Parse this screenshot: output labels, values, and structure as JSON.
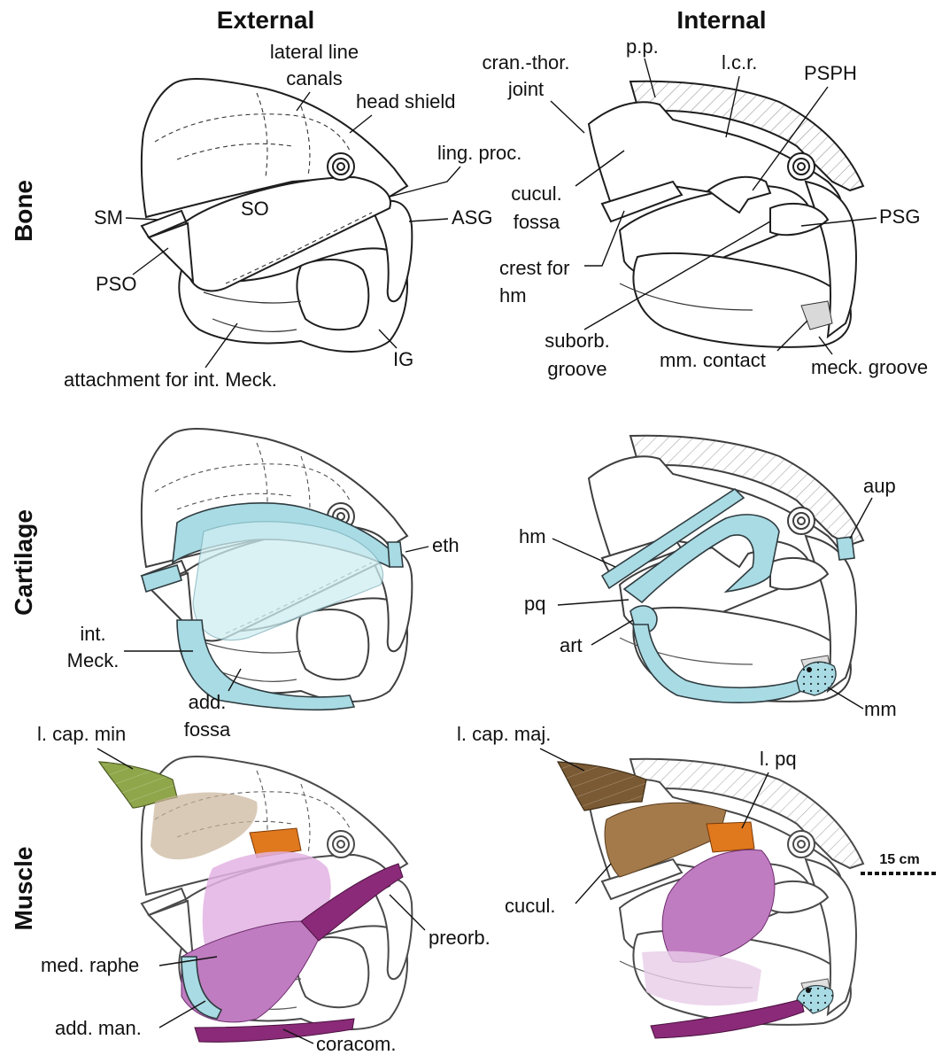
{
  "columns": {
    "external": "External",
    "internal": "Internal"
  },
  "rows": {
    "bone": "Bone",
    "cartilage": "Cartilage",
    "muscle": "Muscle"
  },
  "labels": {
    "bone_external": {
      "lateral_line_1": "lateral line",
      "lateral_line_2": "canals",
      "head_shield": "head shield",
      "ling_proc": "ling. proc.",
      "sm": "SM",
      "so": "SO",
      "asg": "ASG",
      "pso": "PSO",
      "ig": "IG",
      "attachment": "attachment for int. Meck."
    },
    "bone_internal": {
      "cran_thor_1": "cran.-thor.",
      "cran_thor_2": "joint",
      "pp": "p.p.",
      "lcr": "l.c.r.",
      "psph": "PSPH",
      "cucul_fossa_1": "cucul.",
      "cucul_fossa_2": "fossa",
      "psg": "PSG",
      "crest_1": "crest for",
      "crest_2": "hm",
      "suborb_1": "suborb.",
      "suborb_2": "groove",
      "mm_contact": "mm. contact",
      "meck_groove": "meck. groove"
    },
    "cartilage_external": {
      "eth": "eth",
      "int_meck_1": "int.",
      "int_meck_2": "Meck.",
      "add_fossa_1": "add.",
      "add_fossa_2": "fossa"
    },
    "cartilage_internal": {
      "aup": "aup",
      "hm": "hm",
      "pq": "pq",
      "art": "art",
      "mm": "mm"
    },
    "muscle_external": {
      "l_cap_min": "l. cap. min",
      "preorb": "preorb.",
      "med_raphe": "med. raphe",
      "add_man": "add. man.",
      "coracom": "coracom."
    },
    "muscle_internal": {
      "l_cap_maj": "l. cap. maj.",
      "l_pq": "l. pq",
      "cucul": "cucul."
    }
  },
  "scale_bar": {
    "label": "15 cm"
  },
  "colors": {
    "cartilage": "#a9dbe4",
    "l_cap_min": "#8fa64a",
    "l_cap_maj": "#7a5a34",
    "cucullaris": "#a47a4b",
    "levator_pq": "#e0781e",
    "adductor": "#c07cc0",
    "coracomandibularis": "#8a2a78"
  }
}
